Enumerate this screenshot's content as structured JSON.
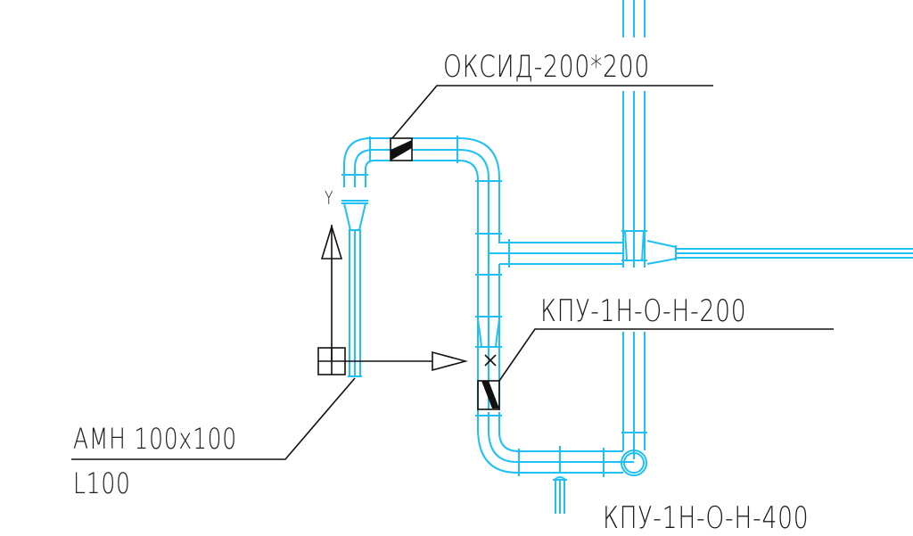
{
  "diagram": {
    "type": "ventilation-duct-schematic",
    "colors": {
      "duct": "#1ec0f5",
      "annotation": "#111111",
      "background": "#ffffff"
    },
    "ucs_icon": {
      "y_axis_label": "Y"
    },
    "labels": {
      "oksid": "ОКСИД-200*200",
      "kpu_main": "КПУ-1Н-О-Н-200",
      "amn_line1": "АМН 100x100",
      "amn_line2": "L100",
      "kpu_bottom": "КПУ-1Н-О-Н-400"
    }
  }
}
